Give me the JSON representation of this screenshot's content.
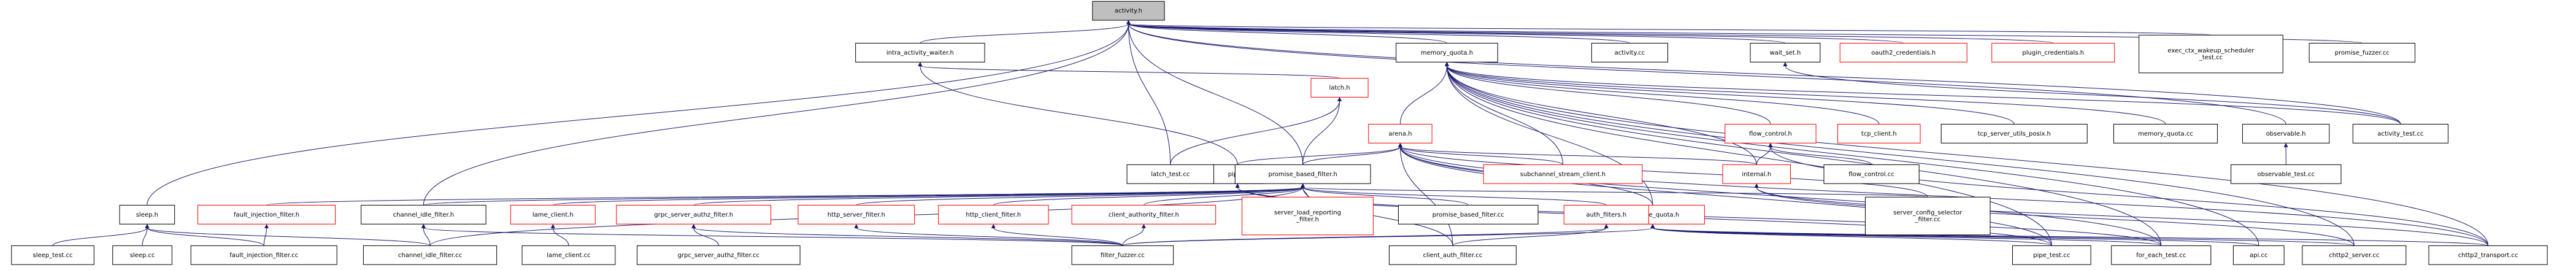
{
  "graph": {
    "colors": {
      "edge": "#191970",
      "focus_fill": "#bfbfbf",
      "focus_stroke": "#000000",
      "normal_stroke": "#000000",
      "missing_stroke": "#ff0000",
      "text": "#000000",
      "background": "#ffffff"
    },
    "nodes": [
      {
        "id": "activity_h",
        "label": "activity.h",
        "kind": "focus"
      },
      {
        "id": "intra_activity_waiter_h",
        "label": "intra_activity_waiter.h",
        "kind": "normal"
      },
      {
        "id": "memory_quota_h",
        "label": "memory_quota.h",
        "kind": "normal"
      },
      {
        "id": "activity_cc",
        "label": "activity.cc",
        "kind": "normal"
      },
      {
        "id": "wait_set_h",
        "label": "wait_set.h",
        "kind": "normal"
      },
      {
        "id": "oauth2_credentials_h",
        "label": "oauth2_credentials.h",
        "kind": "missing"
      },
      {
        "id": "plugin_credentials_h",
        "label": "plugin_credentials.h",
        "kind": "missing"
      },
      {
        "id": "exec_ctx_wakeup",
        "label": [
          "exec_ctx_wakeup_scheduler",
          "_test.cc"
        ],
        "kind": "normal"
      },
      {
        "id": "promise_fuzzer_cc",
        "label": "promise_fuzzer.cc",
        "kind": "normal"
      },
      {
        "id": "latch_h",
        "label": "latch.h",
        "kind": "missing"
      },
      {
        "id": "arena_h",
        "label": "arena.h",
        "kind": "missing"
      },
      {
        "id": "tcp_client_h",
        "label": "tcp_client.h",
        "kind": "missing"
      },
      {
        "id": "tcp_server_utils_posix_h",
        "label": "tcp_server_utils_posix.h",
        "kind": "normal"
      },
      {
        "id": "memory_quota_cc",
        "label": "memory_quota.cc",
        "kind": "normal"
      },
      {
        "id": "observable_h",
        "label": "observable.h",
        "kind": "normal"
      },
      {
        "id": "activity_test_cc",
        "label": "activity_test.cc",
        "kind": "normal"
      },
      {
        "id": "flow_control_h",
        "label": "flow_control.h",
        "kind": "missing"
      },
      {
        "id": "pipe_h",
        "label": "pipe.h",
        "kind": "normal"
      },
      {
        "id": "subchannel_stream_client_h",
        "label": "subchannel_stream_client.h",
        "kind": "missing"
      },
      {
        "id": "internal_h",
        "label": "internal.h",
        "kind": "missing"
      },
      {
        "id": "observable_test_cc",
        "label": "observable_test.cc",
        "kind": "normal"
      },
      {
        "id": "latch_test_cc",
        "label": "latch_test.cc",
        "kind": "normal"
      },
      {
        "id": "promise_based_filter_h",
        "label": "promise_based_filter.h",
        "kind": "normal"
      },
      {
        "id": "flow_control_cc",
        "label": "flow_control.cc",
        "kind": "normal"
      },
      {
        "id": "resource_quota_h",
        "label": "resource_quota.h",
        "kind": "missing"
      },
      {
        "id": "server_config_selector_filter_cc",
        "label": [
          "server_config_selector",
          "_filter.cc"
        ],
        "kind": "normal"
      },
      {
        "id": "sleep_h",
        "label": "sleep.h",
        "kind": "normal"
      },
      {
        "id": "fault_injection_filter_h",
        "label": "fault_injection_filter.h",
        "kind": "missing"
      },
      {
        "id": "channel_idle_filter_h",
        "label": "channel_idle_filter.h",
        "kind": "normal"
      },
      {
        "id": "lame_client_h",
        "label": "lame_client.h",
        "kind": "missing"
      },
      {
        "id": "grpc_server_authz_filter_h",
        "label": "grpc_server_authz_filter.h",
        "kind": "missing"
      },
      {
        "id": "http_server_filter_h",
        "label": "http_server_filter.h",
        "kind": "missing"
      },
      {
        "id": "http_client_filter_h",
        "label": "http_client_filter.h",
        "kind": "missing"
      },
      {
        "id": "client_authority_filter_h",
        "label": "client_authority_filter.h",
        "kind": "missing"
      },
      {
        "id": "server_load_reporting_filter_h",
        "label": [
          "server_load_reporting",
          "_filter.h"
        ],
        "kind": "missing"
      },
      {
        "id": "promise_based_filter_cc",
        "label": "promise_based_filter.cc",
        "kind": "normal"
      },
      {
        "id": "auth_filters_h",
        "label": "auth_filters.h",
        "kind": "missing"
      },
      {
        "id": "pipe_test_cc",
        "label": "pipe_test.cc",
        "kind": "normal"
      },
      {
        "id": "for_each_test_cc",
        "label": "for_each_test.cc",
        "kind": "normal"
      },
      {
        "id": "api_cc",
        "label": "api.cc",
        "kind": "normal"
      },
      {
        "id": "chttp2_server_cc",
        "label": "chttp2_server.cc",
        "kind": "normal"
      },
      {
        "id": "chttp2_transport_cc",
        "label": "chttp2_transport.cc",
        "kind": "normal"
      },
      {
        "id": "sleep_test_cc",
        "label": "sleep_test.cc",
        "kind": "normal"
      },
      {
        "id": "sleep_cc",
        "label": "sleep.cc",
        "kind": "normal"
      },
      {
        "id": "fault_injection_filter_cc",
        "label": "fault_injection_filter.cc",
        "kind": "normal"
      },
      {
        "id": "channel_idle_filter_cc",
        "label": "channel_idle_filter.cc",
        "kind": "normal"
      },
      {
        "id": "lame_client_cc",
        "label": "lame_client.cc",
        "kind": "normal"
      },
      {
        "id": "grpc_server_authz_filter_cc",
        "label": "grpc_server_authz_filter.cc",
        "kind": "normal"
      },
      {
        "id": "filter_fuzzer_cc",
        "label": "filter_fuzzer.cc",
        "kind": "normal"
      },
      {
        "id": "client_auth_filter_cc",
        "label": "client_auth_filter.cc",
        "kind": "normal"
      }
    ],
    "edges": [
      [
        "activity_h",
        "intra_activity_waiter_h"
      ],
      [
        "activity_h",
        "memory_quota_h"
      ],
      [
        "activity_h",
        "activity_cc"
      ],
      [
        "activity_h",
        "wait_set_h"
      ],
      [
        "activity_h",
        "oauth2_credentials_h"
      ],
      [
        "activity_h",
        "plugin_credentials_h"
      ],
      [
        "activity_h",
        "exec_ctx_wakeup"
      ],
      [
        "activity_h",
        "promise_fuzzer_cc"
      ],
      [
        "activity_h",
        "latch_test_cc"
      ],
      [
        "activity_h",
        "promise_based_filter_h"
      ],
      [
        "activity_h",
        "sleep_h"
      ],
      [
        "activity_h",
        "channel_idle_filter_h"
      ],
      [
        "activity_h",
        "activity_test_cc"
      ],
      [
        "activity_h",
        "observable_h"
      ],
      [
        "intra_activity_waiter_h",
        "latch_h"
      ],
      [
        "intra_activity_waiter_h",
        "pipe_h"
      ],
      [
        "latch_h",
        "latch_test_cc"
      ],
      [
        "latch_h",
        "promise_based_filter_h"
      ],
      [
        "memory_quota_h",
        "arena_h"
      ],
      [
        "memory_quota_h",
        "tcp_client_h"
      ],
      [
        "memory_quota_h",
        "tcp_server_utils_posix_h"
      ],
      [
        "memory_quota_h",
        "memory_quota_cc"
      ],
      [
        "memory_quota_h",
        "flow_control_h"
      ],
      [
        "memory_quota_h",
        "resource_quota_h"
      ],
      [
        "memory_quota_h",
        "internal_h"
      ],
      [
        "memory_quota_h",
        "subchannel_stream_client_h"
      ],
      [
        "memory_quota_h",
        "pipe_test_cc"
      ],
      [
        "memory_quota_h",
        "for_each_test_cc"
      ],
      [
        "memory_quota_h",
        "api_cc"
      ],
      [
        "memory_quota_h",
        "chttp2_server_cc"
      ],
      [
        "memory_quota_h",
        "chttp2_transport_cc"
      ],
      [
        "memory_quota_h",
        "activity_test_cc"
      ],
      [
        "wait_set_h",
        "activity_test_cc"
      ],
      [
        "observable_h",
        "observable_test_cc"
      ],
      [
        "flow_control_h",
        "flow_control_cc"
      ],
      [
        "flow_control_h",
        "internal_h"
      ],
      [
        "flow_control_h",
        "chttp2_transport_cc"
      ],
      [
        "arena_h",
        "promise_based_filter_h"
      ],
      [
        "arena_h",
        "pipe_h"
      ],
      [
        "arena_h",
        "subchannel_stream_client_h"
      ],
      [
        "arena_h",
        "internal_h"
      ],
      [
        "arena_h",
        "resource_quota_h"
      ],
      [
        "arena_h",
        "server_config_selector_filter_cc"
      ],
      [
        "arena_h",
        "pipe_test_cc"
      ],
      [
        "arena_h",
        "for_each_test_cc"
      ],
      [
        "arena_h",
        "chttp2_transport_cc"
      ],
      [
        "arena_h",
        "client_auth_filter_cc"
      ],
      [
        "pipe_h",
        "pipe_test_cc"
      ],
      [
        "pipe_h",
        "for_each_test_cc"
      ],
      [
        "internal_h",
        "chttp2_server_cc"
      ],
      [
        "internal_h",
        "chttp2_transport_cc"
      ],
      [
        "resource_quota_h",
        "api_cc"
      ],
      [
        "resource_quota_h",
        "chttp2_server_cc"
      ],
      [
        "resource_quota_h",
        "chttp2_transport_cc"
      ],
      [
        "resource_quota_h",
        "for_each_test_cc"
      ],
      [
        "resource_quota_h",
        "pipe_test_cc"
      ],
      [
        "resource_quota_h",
        "filter_fuzzer_cc"
      ],
      [
        "promise_based_filter_h",
        "fault_injection_filter_h"
      ],
      [
        "promise_based_filter_h",
        "channel_idle_filter_h"
      ],
      [
        "promise_based_filter_h",
        "lame_client_h"
      ],
      [
        "promise_based_filter_h",
        "grpc_server_authz_filter_h"
      ],
      [
        "promise_based_filter_h",
        "http_server_filter_h"
      ],
      [
        "promise_based_filter_h",
        "http_client_filter_h"
      ],
      [
        "promise_based_filter_h",
        "client_authority_filter_h"
      ],
      [
        "promise_based_filter_h",
        "server_load_reporting_filter_h"
      ],
      [
        "promise_based_filter_h",
        "promise_based_filter_cc"
      ],
      [
        "promise_based_filter_h",
        "auth_filters_h"
      ],
      [
        "promise_based_filter_h",
        "server_config_selector_filter_cc"
      ],
      [
        "promise_based_filter_h",
        "client_auth_filter_cc"
      ],
      [
        "promise_based_filter_h",
        "channel_idle_filter_cc"
      ],
      [
        "sleep_h",
        "sleep_test_cc"
      ],
      [
        "sleep_h",
        "sleep_cc"
      ],
      [
        "sleep_h",
        "fault_injection_filter_cc"
      ],
      [
        "sleep_h",
        "channel_idle_filter_cc"
      ],
      [
        "fault_injection_filter_h",
        "fault_injection_filter_cc"
      ],
      [
        "channel_idle_filter_h",
        "channel_idle_filter_cc"
      ],
      [
        "channel_idle_filter_h",
        "filter_fuzzer_cc"
      ],
      [
        "lame_client_h",
        "lame_client_cc"
      ],
      [
        "grpc_server_authz_filter_h",
        "grpc_server_authz_filter_cc"
      ],
      [
        "grpc_server_authz_filter_h",
        "filter_fuzzer_cc"
      ],
      [
        "http_server_filter_h",
        "filter_fuzzer_cc"
      ],
      [
        "http_client_filter_h",
        "filter_fuzzer_cc"
      ],
      [
        "client_authority_filter_h",
        "filter_fuzzer_cc"
      ],
      [
        "auth_filters_h",
        "filter_fuzzer_cc"
      ],
      [
        "auth_filters_h",
        "client_auth_filter_cc"
      ]
    ]
  }
}
